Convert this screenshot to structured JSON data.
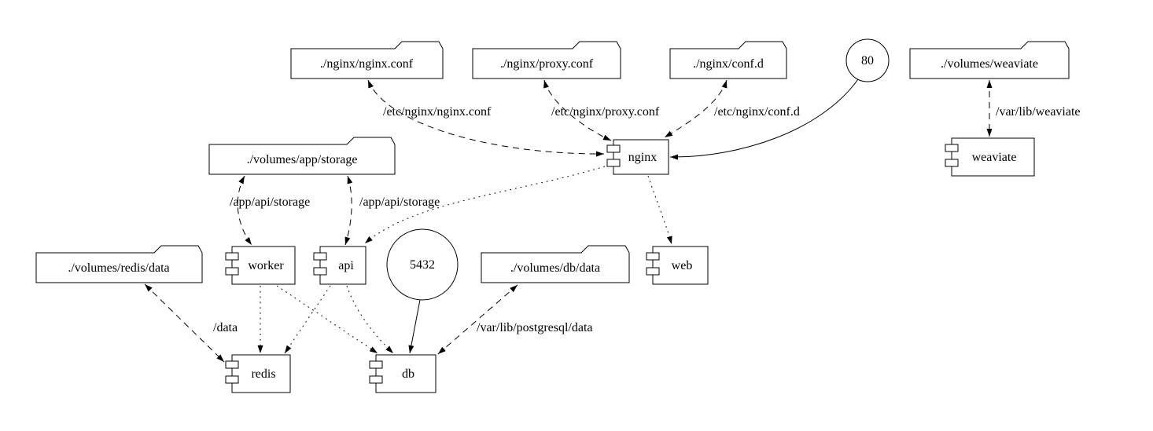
{
  "diagram": {
    "nodes": {
      "nginx_conf": "./nginx/nginx.conf",
      "proxy_conf": "./nginx/proxy.conf",
      "conf_d": "./nginx/conf.d",
      "port_80": "80",
      "volumes_weaviate": "./volumes/weaviate",
      "volumes_app_storage": "./volumes/app/storage",
      "nginx": "nginx",
      "weaviate": "weaviate",
      "volumes_redis_data": "./volumes/redis/data",
      "worker": "worker",
      "api": "api",
      "port_5432": "5432",
      "volumes_db_data": "./volumes/db/data",
      "web": "web",
      "redis": "redis",
      "db": "db"
    },
    "edge_labels": {
      "etc_nginx_nginx_conf": "/etc/nginx/nginx.conf",
      "etc_nginx_proxy_conf": "/etc/nginx/proxy.conf",
      "etc_nginx_conf_d": "/etc/nginx/conf.d",
      "var_lib_weaviate": "/var/lib/weaviate",
      "app_api_storage_worker": "/app/api/storage",
      "app_api_storage_api": "/app/api/storage",
      "data": "/data",
      "var_lib_postgresql_data": "/var/lib/postgresql/data"
    }
  }
}
